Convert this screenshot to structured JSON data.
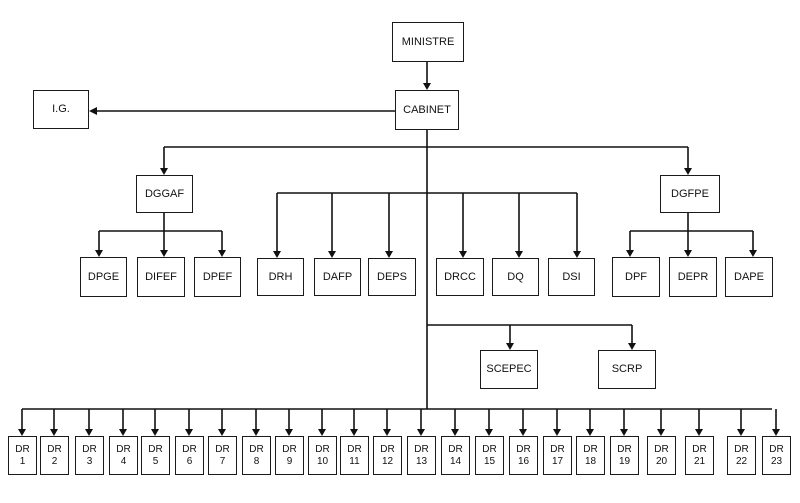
{
  "org": {
    "ministre": "MINISTRE",
    "cabinet": "CABINET",
    "ig": "I.G.",
    "dggaf": "DGGAF",
    "dgfpe": "DGFPE",
    "dggaf_units": [
      "DPGE",
      "DIFEF",
      "DPEF"
    ],
    "central_units": [
      "DRH",
      "DAFP",
      "DEPS",
      "DRCC",
      "DQ",
      "DSI"
    ],
    "dgfpe_units": [
      "DPF",
      "DEPR",
      "DAPE"
    ],
    "secretariats": [
      "SCEPEC",
      "SCRP"
    ],
    "regional": {
      "prefix": "DR",
      "numbers": [
        "1",
        "2",
        "3",
        "4",
        "5",
        "6",
        "7",
        "8",
        "9",
        "10",
        "11",
        "12",
        "13",
        "14",
        "15",
        "16",
        "17",
        "18",
        "19",
        "20",
        "21",
        "22",
        "23"
      ]
    }
  }
}
